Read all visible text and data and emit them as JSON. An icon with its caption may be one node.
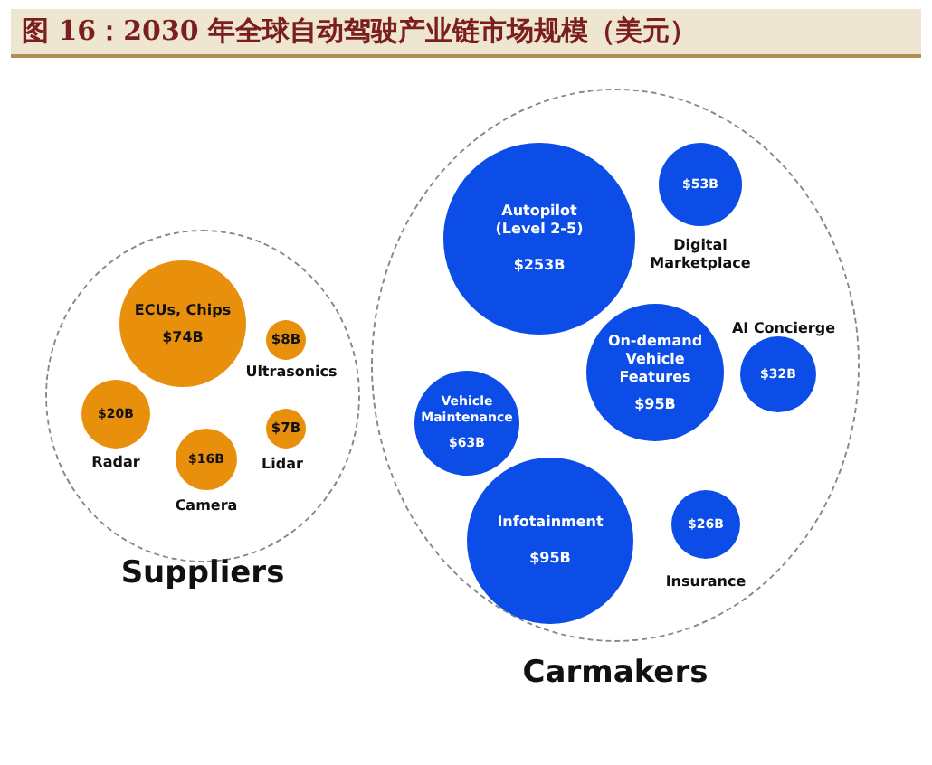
{
  "diagram": {
    "title": "图 16：2030 年全球自动驾驶产业链市场规模（美元）",
    "nodes": [
      {
        "text": [
          "Suppliers"
        ]
      },
      {
        "text": [
          "ECUs, Chips",
          "$74B"
        ],
        "in": 0
      },
      {
        "text": [
          "$8B"
        ],
        "beside": [
          "Ultrasonics"
        ],
        "in": 0
      },
      {
        "text": [
          "$20B"
        ],
        "beside": [
          "Radar"
        ],
        "in": 0
      },
      {
        "text": [
          "$16B"
        ],
        "beside": [
          "Camera"
        ],
        "in": 0
      },
      {
        "text": [
          "$7B"
        ],
        "beside": [
          "Lidar"
        ],
        "in": 0
      },
      {
        "text": [
          "Carmakers"
        ]
      },
      {
        "text": [
          "Autopilot (Level 2-5)",
          "$253B"
        ],
        "in": 6
      },
      {
        "text": [
          "$53B"
        ],
        "beside": [
          "Digital Marketplace"
        ],
        "in": 6
      },
      {
        "text": [
          "$32B"
        ],
        "beside": [
          "AI Concierge"
        ],
        "in": 6
      },
      {
        "text": [
          "On-demand Vehicle Features",
          "$95B"
        ],
        "in": 6
      },
      {
        "text": [
          "Vehicle Maintenance",
          "$63B"
        ],
        "in": 6
      },
      {
        "text": [
          "Infotainment",
          "$95B"
        ],
        "in": 6
      },
      {
        "text": [
          "$26B"
        ],
        "beside": [
          "Insurance"
        ],
        "in": 6
      }
    ]
  }
}
